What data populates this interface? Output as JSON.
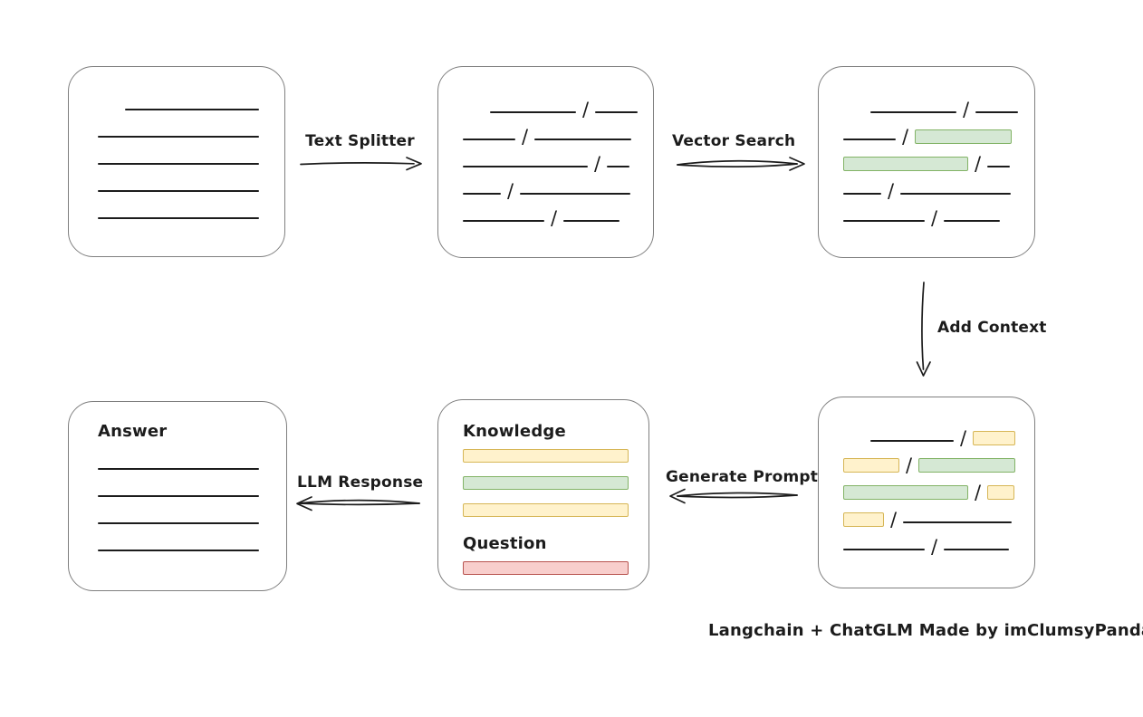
{
  "caption": "Langchain + ChatGLM Made by imClumsyPanda",
  "arrow_labels": {
    "text_splitter": "Text Splitter",
    "vector_search": "Vector Search",
    "add_context": "Add Context",
    "generate_prompt": "Generate Prompt",
    "llm_response": "LLM Response"
  },
  "colors": {
    "line": "#1c1c1c",
    "box_border": "#7f7f7f",
    "green_fill": "#d5e8d4",
    "green_stroke": "#82b366",
    "yellow_fill": "#fff2cc",
    "yellow_stroke": "#d6b656",
    "red_fill": "#f8cecc",
    "red_stroke": "#b85450"
  },
  "boxes": {
    "document": {
      "lines": [
        {
          "w": 148,
          "indent": 30
        },
        {
          "w": 178
        },
        {
          "w": 178
        },
        {
          "w": 178
        },
        {
          "w": 178
        }
      ]
    },
    "chunks": {
      "rows": [
        {
          "indent": 30,
          "items": [
            {
              "kind": "line",
              "w": 95
            },
            {
              "kind": "slash"
            },
            {
              "kind": "line",
              "w": 47
            }
          ]
        },
        {
          "items": [
            {
              "kind": "line",
              "w": 58
            },
            {
              "kind": "slash"
            },
            {
              "kind": "line",
              "w": 107
            }
          ]
        },
        {
          "items": [
            {
              "kind": "line",
              "w": 138
            },
            {
              "kind": "slash"
            },
            {
              "kind": "line",
              "w": 25
            }
          ]
        },
        {
          "items": [
            {
              "kind": "line",
              "w": 42
            },
            {
              "kind": "slash"
            },
            {
              "kind": "line",
              "w": 122
            }
          ]
        },
        {
          "items": [
            {
              "kind": "line",
              "w": 90
            },
            {
              "kind": "slash"
            },
            {
              "kind": "line",
              "w": 62
            }
          ]
        }
      ]
    },
    "chunks_matched": {
      "rows": [
        {
          "indent": 30,
          "items": [
            {
              "kind": "line",
              "w": 95
            },
            {
              "kind": "slash"
            },
            {
              "kind": "line",
              "w": 47
            }
          ]
        },
        {
          "items": [
            {
              "kind": "line",
              "w": 58
            },
            {
              "kind": "slash"
            },
            {
              "kind": "bar",
              "color": "green",
              "w": 107
            }
          ]
        },
        {
          "items": [
            {
              "kind": "bar",
              "color": "green",
              "w": 138
            },
            {
              "kind": "slash"
            },
            {
              "kind": "line",
              "w": 25
            }
          ]
        },
        {
          "items": [
            {
              "kind": "line",
              "w": 42
            },
            {
              "kind": "slash"
            },
            {
              "kind": "line",
              "w": 122
            }
          ]
        },
        {
          "items": [
            {
              "kind": "line",
              "w": 90
            },
            {
              "kind": "slash"
            },
            {
              "kind": "line",
              "w": 62
            }
          ]
        }
      ]
    },
    "context": {
      "rows": [
        {
          "indent": 30,
          "items": [
            {
              "kind": "line",
              "w": 92
            },
            {
              "kind": "slash"
            },
            {
              "kind": "bar",
              "color": "yellow",
              "w": 47
            }
          ]
        },
        {
          "items": [
            {
              "kind": "bar",
              "color": "yellow",
              "w": 62
            },
            {
              "kind": "slash"
            },
            {
              "kind": "bar",
              "color": "green",
              "w": 107
            }
          ]
        },
        {
          "items": [
            {
              "kind": "bar",
              "color": "green",
              "w": 138
            },
            {
              "kind": "slash"
            },
            {
              "kind": "bar",
              "color": "yellow",
              "w": 30
            }
          ]
        },
        {
          "items": [
            {
              "kind": "bar",
              "color": "yellow",
              "w": 45
            },
            {
              "kind": "slash"
            },
            {
              "kind": "line",
              "w": 120
            }
          ]
        },
        {
          "items": [
            {
              "kind": "line",
              "w": 90
            },
            {
              "kind": "slash"
            },
            {
              "kind": "line",
              "w": 72
            }
          ]
        }
      ]
    },
    "prompt": {
      "knowledge_label": "Knowledge",
      "knowledge_bars": [
        "yellow",
        "green",
        "yellow"
      ],
      "question_label": "Question",
      "question_bars": [
        "red"
      ]
    },
    "answer": {
      "title": "Answer",
      "lines": [
        {
          "w": 178
        },
        {
          "w": 178
        },
        {
          "w": 178
        },
        {
          "w": 178
        }
      ]
    }
  }
}
